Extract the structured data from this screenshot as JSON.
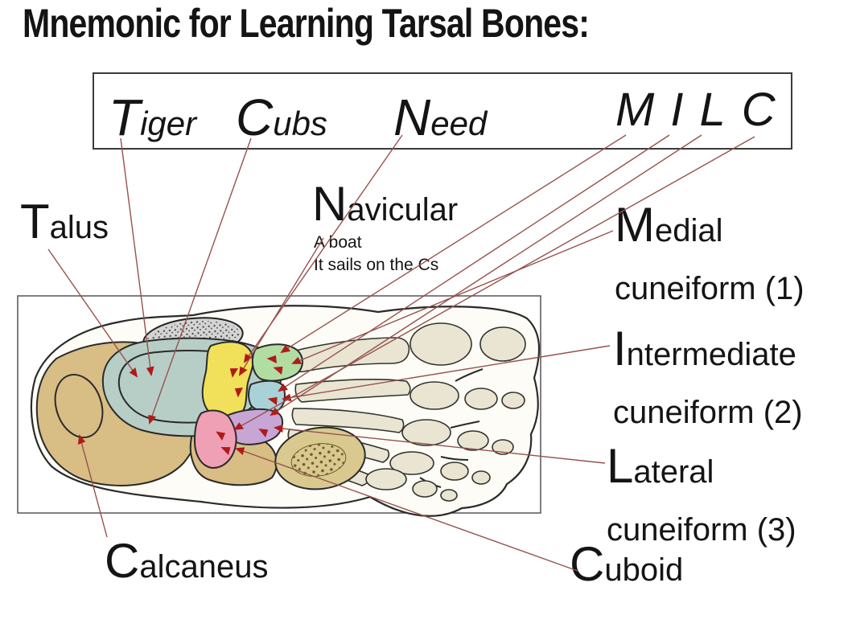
{
  "title": "Mnemonic for Learning Tarsal Bones:",
  "mnemonic": {
    "tiger": {
      "initial": "T",
      "rest": "iger"
    },
    "cubs": {
      "initial": "C",
      "rest": "ubs"
    },
    "need": {
      "initial": "N",
      "rest": "eed"
    },
    "milc": {
      "m": "M",
      "i": "I",
      "l": "L",
      "c": "C"
    }
  },
  "labels": {
    "talus": {
      "initial": "T",
      "rest": "alus"
    },
    "navicular": {
      "initial": "N",
      "rest": "avicular",
      "note1": "A boat",
      "note2": "It sails on the Cs"
    },
    "medial": {
      "initial": "M",
      "rest": "edial",
      "line2": "cuneiform (1)"
    },
    "intermediate": {
      "initial": "I",
      "rest": "ntermediate",
      "line2": "cuneiform (2)"
    },
    "lateral": {
      "initial": "L",
      "rest": "ateral",
      "line2": "cuneiform (3)"
    },
    "cuboid": {
      "initial": "C",
      "rest": "uboid"
    },
    "calcaneus": {
      "initial": "C",
      "rest": "alcaneus"
    }
  },
  "colors": {
    "text": "#141414",
    "line": "#96524e",
    "arrow": "#b01a1a",
    "outline": "#2a2a2a",
    "talus": "#b7cec6",
    "navicular": "#f1e05a",
    "medial_cuneiform": "#b2dda2",
    "intermediate_cuneiform": "#a8d2d8",
    "lateral_cuneiform": "#c7a6d6",
    "cuboid": "#f0a0b4",
    "calcaneus": "#d8bd84",
    "pebble": "#d9c98f",
    "stippled": "#d4d4d4",
    "bone": "#e9e5d2",
    "skin": "#fdfcf6"
  }
}
